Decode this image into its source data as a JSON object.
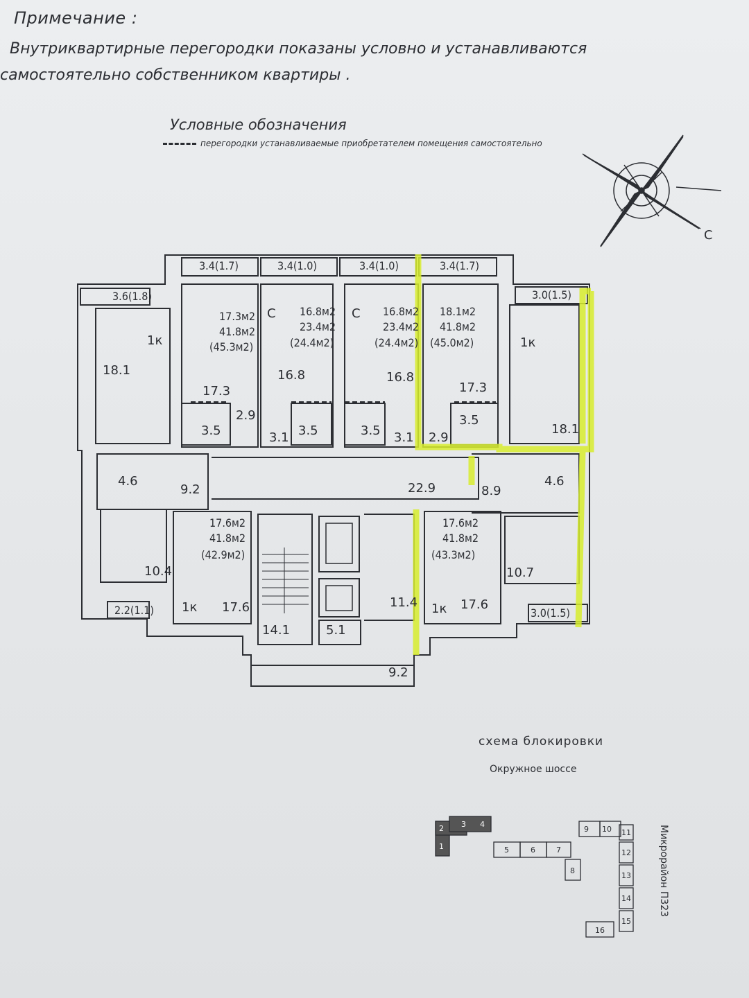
{
  "note": {
    "title": "Примечание :",
    "line1": "Внутриквартирные перегородки показаны условно и устанавливаются",
    "line2": "самостоятельно собственником квартиры ."
  },
  "legend": {
    "title": "Условные обозначения",
    "item": "перегородки устанавливаемые приобретателем помещения самостоятельно"
  },
  "compass": {
    "label": "С"
  },
  "apartments": [
    {
      "id": "apt-top-left-studio",
      "type": "1к",
      "area_room": "18.1",
      "balcony": "3.6(1.8)"
    },
    {
      "id": "apt-top-2",
      "area_living": "17.3м2",
      "area_total": "41.8м2",
      "area_with_balcony": "(45.3м2)",
      "room": "17.3",
      "bath": "3.5",
      "hall": "2.9",
      "balcony": "3.4(1.7)"
    },
    {
      "id": "apt-top-3",
      "type": "С",
      "area_living": "16.8м2",
      "area_total": "23.4м2",
      "area_with_balcony": "(24.4м2)",
      "room": "16.8",
      "bath": "3.5",
      "hall": "3.1",
      "balcony": "3.4(1.0)"
    },
    {
      "id": "apt-top-4",
      "type": "С",
      "area_living": "16.8м2",
      "area_total": "23.4м2",
      "area_with_balcony": "(24.4м2)",
      "room": "16.8",
      "bath": "3.5",
      "hall": "3.1",
      "balcony": "3.4(1.0)"
    },
    {
      "id": "apt-top-5",
      "area_living": "18.1м2",
      "area_total": "41.8м2",
      "area_with_balcony": "(45.0м2)",
      "room": "17.3",
      "bath": "3.5",
      "hall": "2.9",
      "balcony": "3.4(1.7)"
    },
    {
      "id": "apt-top-right",
      "type": "1к",
      "room": "18.1",
      "balcony": "3.0(1.5)"
    },
    {
      "id": "apt-bottom-left",
      "bath": "4.6",
      "hall": "9.2",
      "kitchen": "10.4",
      "balcony": "2.2(1.1)"
    },
    {
      "id": "apt-bottom-2",
      "type": "1к",
      "area_living": "17.6м2",
      "area_total": "41.8м2",
      "area_with_balcony": "(42.9м2)",
      "room": "17.6"
    },
    {
      "id": "apt-bottom-right",
      "type": "1к",
      "area_living": "17.6м2",
      "area_total": "41.8м2",
      "area_with_balcony": "(43.3м2)",
      "room": "17.6",
      "hall": "8.9",
      "bath": "4.6",
      "kitchen": "10.7",
      "balcony": "3.0(1.5)"
    }
  ],
  "common": {
    "corridor": "22.9",
    "stair": "14.1",
    "lift_hall": "11.4",
    "small_room": "5.1",
    "vestibule": "9.2"
  },
  "scheme": {
    "title": "схема блокировки",
    "road": "Окружное шоссе",
    "side": "Микрорайон П323",
    "blocks": [
      "1",
      "2",
      "3",
      "4",
      "5",
      "6",
      "7",
      "8",
      "9",
      "10",
      "11",
      "12",
      "13",
      "14",
      "15",
      "16"
    ]
  }
}
